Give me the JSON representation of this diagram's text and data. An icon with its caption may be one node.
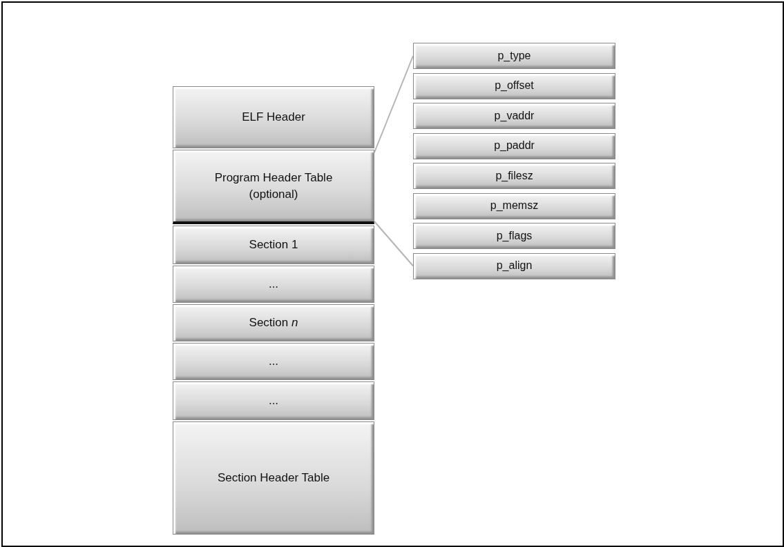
{
  "diagram": {
    "nodes": [
      {
        "text": [
          "ELF Header"
        ]
      },
      {
        "text": [
          "Program Header Table (optional)"
        ]
      },
      {
        "text": [
          "Section 1"
        ]
      },
      {
        "text": [
          "..."
        ]
      },
      {
        "text": [
          "Section *n*"
        ]
      },
      {
        "text": [
          "..."
        ]
      },
      {
        "text": [
          "..."
        ]
      },
      {
        "text": [
          "Section Header Table"
        ]
      },
      {
        "text": [
          "p_type"
        ]
      },
      {
        "text": [
          "p_offset"
        ]
      },
      {
        "text": [
          "p_vaddr"
        ]
      },
      {
        "text": [
          "p_paddr"
        ]
      },
      {
        "text": [
          "p_filesz"
        ]
      },
      {
        "text": [
          "p_memsz"
        ]
      },
      {
        "text": [
          "p_flags"
        ]
      },
      {
        "text": [
          "p_align"
        ]
      }
    ],
    "edges": [
      {
        "from": 1,
        "to": 8,
        "arrow": "none"
      },
      {
        "from": 1,
        "to": 15,
        "arrow": "none"
      }
    ]
  }
}
